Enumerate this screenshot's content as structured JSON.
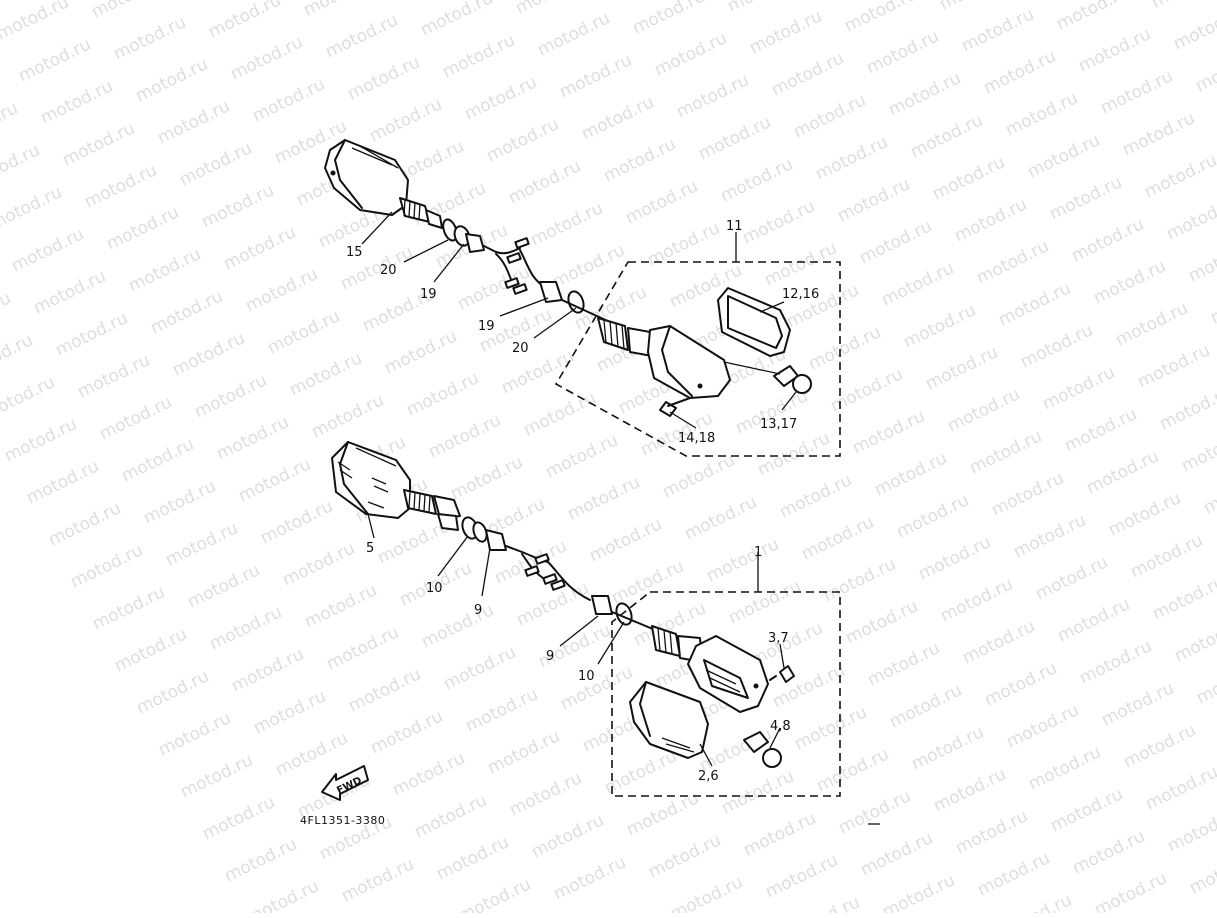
{
  "watermark": "motod.ru",
  "drawing_code": "4FL1351-3380",
  "fwd_label": "FWD",
  "callouts": {
    "c15": "15",
    "c20a": "20",
    "c19a": "19",
    "c19b": "19",
    "c20b": "20",
    "c11": "11",
    "c12_16": "12,16",
    "c13_17": "13,17",
    "c14_18": "14,18",
    "c5": "5",
    "c10a": "10",
    "c9a": "9",
    "c9b": "9",
    "c10b": "10",
    "c1": "1",
    "c3_7": "3,7",
    "c4_8": "4,8",
    "c2_6": "2,6"
  }
}
